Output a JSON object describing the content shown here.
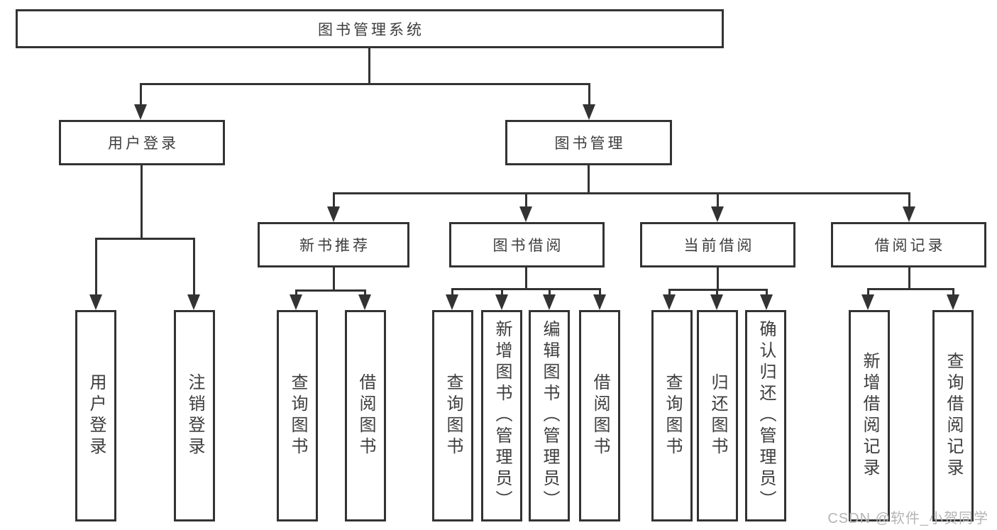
{
  "tree": {
    "label": "图书管理系统",
    "children": [
      {
        "label": "用户登录",
        "children": [
          {
            "label": "用户登录"
          },
          {
            "label": "注销登录"
          }
        ]
      },
      {
        "label": "图书管理",
        "children": [
          {
            "label": "新书推荐",
            "children": [
              {
                "label": "查询图书"
              },
              {
                "label": "借阅图书"
              }
            ]
          },
          {
            "label": "图书借阅",
            "children": [
              {
                "label": "查询图书"
              },
              {
                "label": "新增图书（管理员）"
              },
              {
                "label": "编辑图书（管理员）"
              },
              {
                "label": "借阅图书"
              }
            ]
          },
          {
            "label": "当前借阅",
            "children": [
              {
                "label": "查询图书"
              },
              {
                "label": "归还图书"
              },
              {
                "label": "确认归还（管理员）"
              }
            ]
          },
          {
            "label": "借阅记录",
            "children": [
              {
                "label": "新增借阅记录"
              },
              {
                "label": "查询借阅记录"
              }
            ]
          }
        ]
      }
    ]
  },
  "watermark": {
    "text": "CSDN @软件_小贺同学"
  },
  "colors": {
    "line": "#333333",
    "text": "#3d3d3d",
    "watermark": "#b5b5b5",
    "background": "#ffffff"
  }
}
